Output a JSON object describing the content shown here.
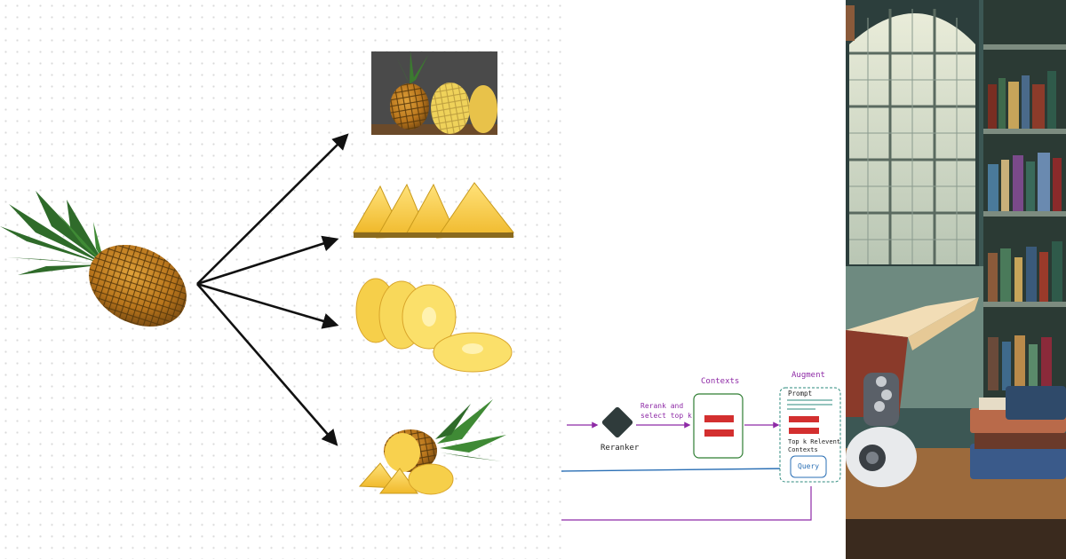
{
  "left_panel": {
    "items": [
      "whole-pineapple",
      "pineapple-photo",
      "pineapple-wedges",
      "pineapple-rings",
      "pineapple-with-crown"
    ]
  },
  "rag_diagram": {
    "reranker_label": "Reranker",
    "rerank_step_label": "Rerank and select top k",
    "contexts_title": "Contexts",
    "augment_title": "Augment",
    "prompt_label": "Prompt",
    "top_k_label_line1": "Top k Relevent",
    "top_k_label_line2": "Contexts",
    "query_label": "Query",
    "colors": {
      "purple": "#8e2aa6",
      "green": "#2e7d32",
      "red": "#d32f2f",
      "blue": "#2a6fb5",
      "teal": "#2b8a7c"
    }
  },
  "illustration": {
    "scene": "library-robot-reading"
  }
}
